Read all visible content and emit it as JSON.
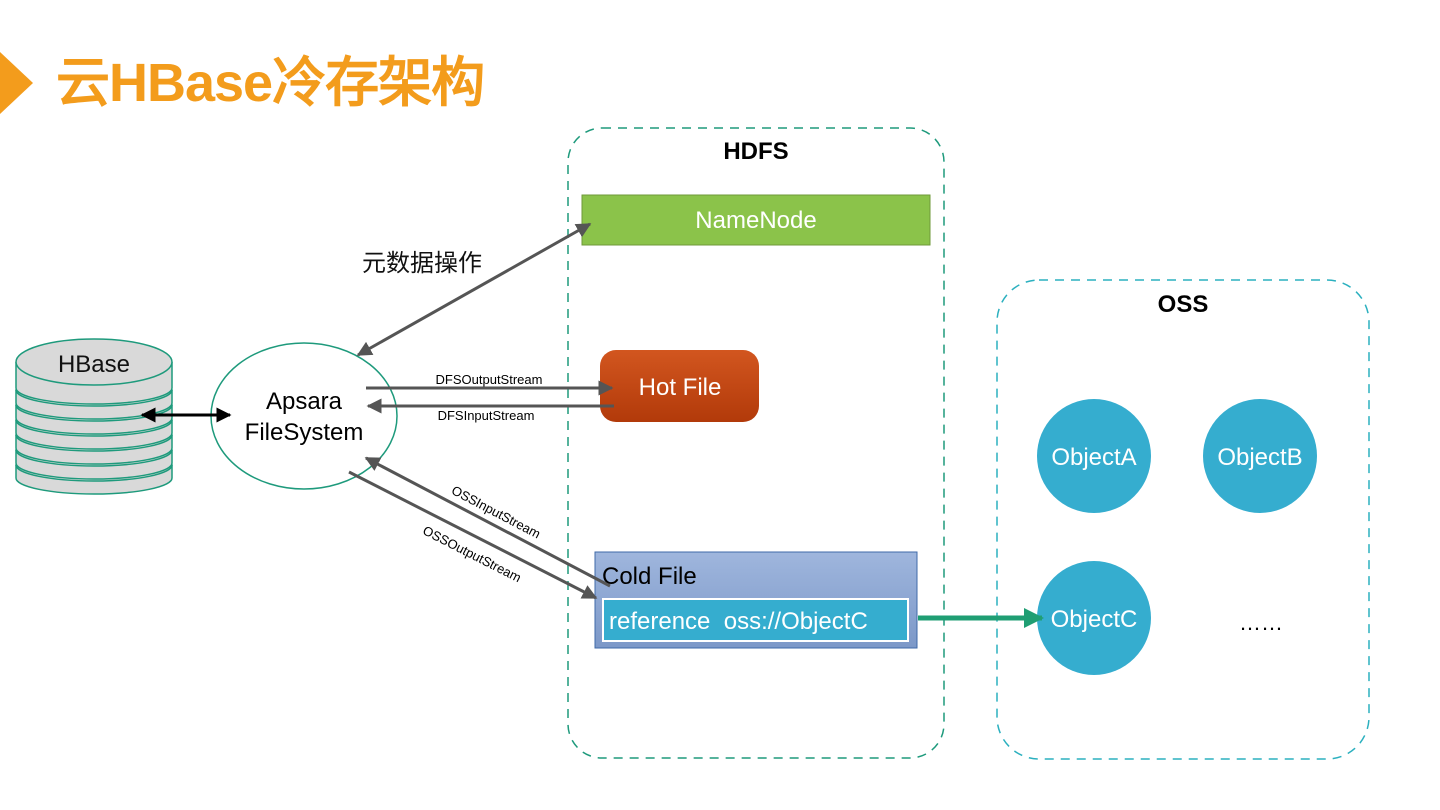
{
  "page": {
    "title": "云HBase冷存架构"
  },
  "colors": {
    "accent_orange": "#f39c1c",
    "container_border": "#1e9a7c",
    "oss_border": "#2bb0bf",
    "namenode_fill": "#8bc34a",
    "hotfile_fill": "#c1440e",
    "coldfile_fill": "#8fa9d3",
    "object_fill": "#35adcf",
    "arrow_gray": "#555555",
    "reference_arrow": "#1f9e73"
  },
  "hbase": {
    "label": "HBase"
  },
  "apsara": {
    "line1": "Apsara",
    "line2": "FileSystem"
  },
  "hdfs": {
    "title": "HDFS",
    "namenode": "NameNode",
    "hot_file": "Hot File",
    "cold_file": "Cold File",
    "reference": "reference  oss://ObjectC"
  },
  "oss": {
    "title": "OSS",
    "objects": [
      "ObjectA",
      "ObjectB",
      "ObjectC"
    ],
    "ellipsis": "……"
  },
  "edges": {
    "metadata_op": "元数据操作",
    "dfs_output": "DFSOutputStream",
    "dfs_input": "DFSInputStream",
    "oss_input": "OSSInputStream",
    "oss_output": "OSSOutputStream"
  }
}
